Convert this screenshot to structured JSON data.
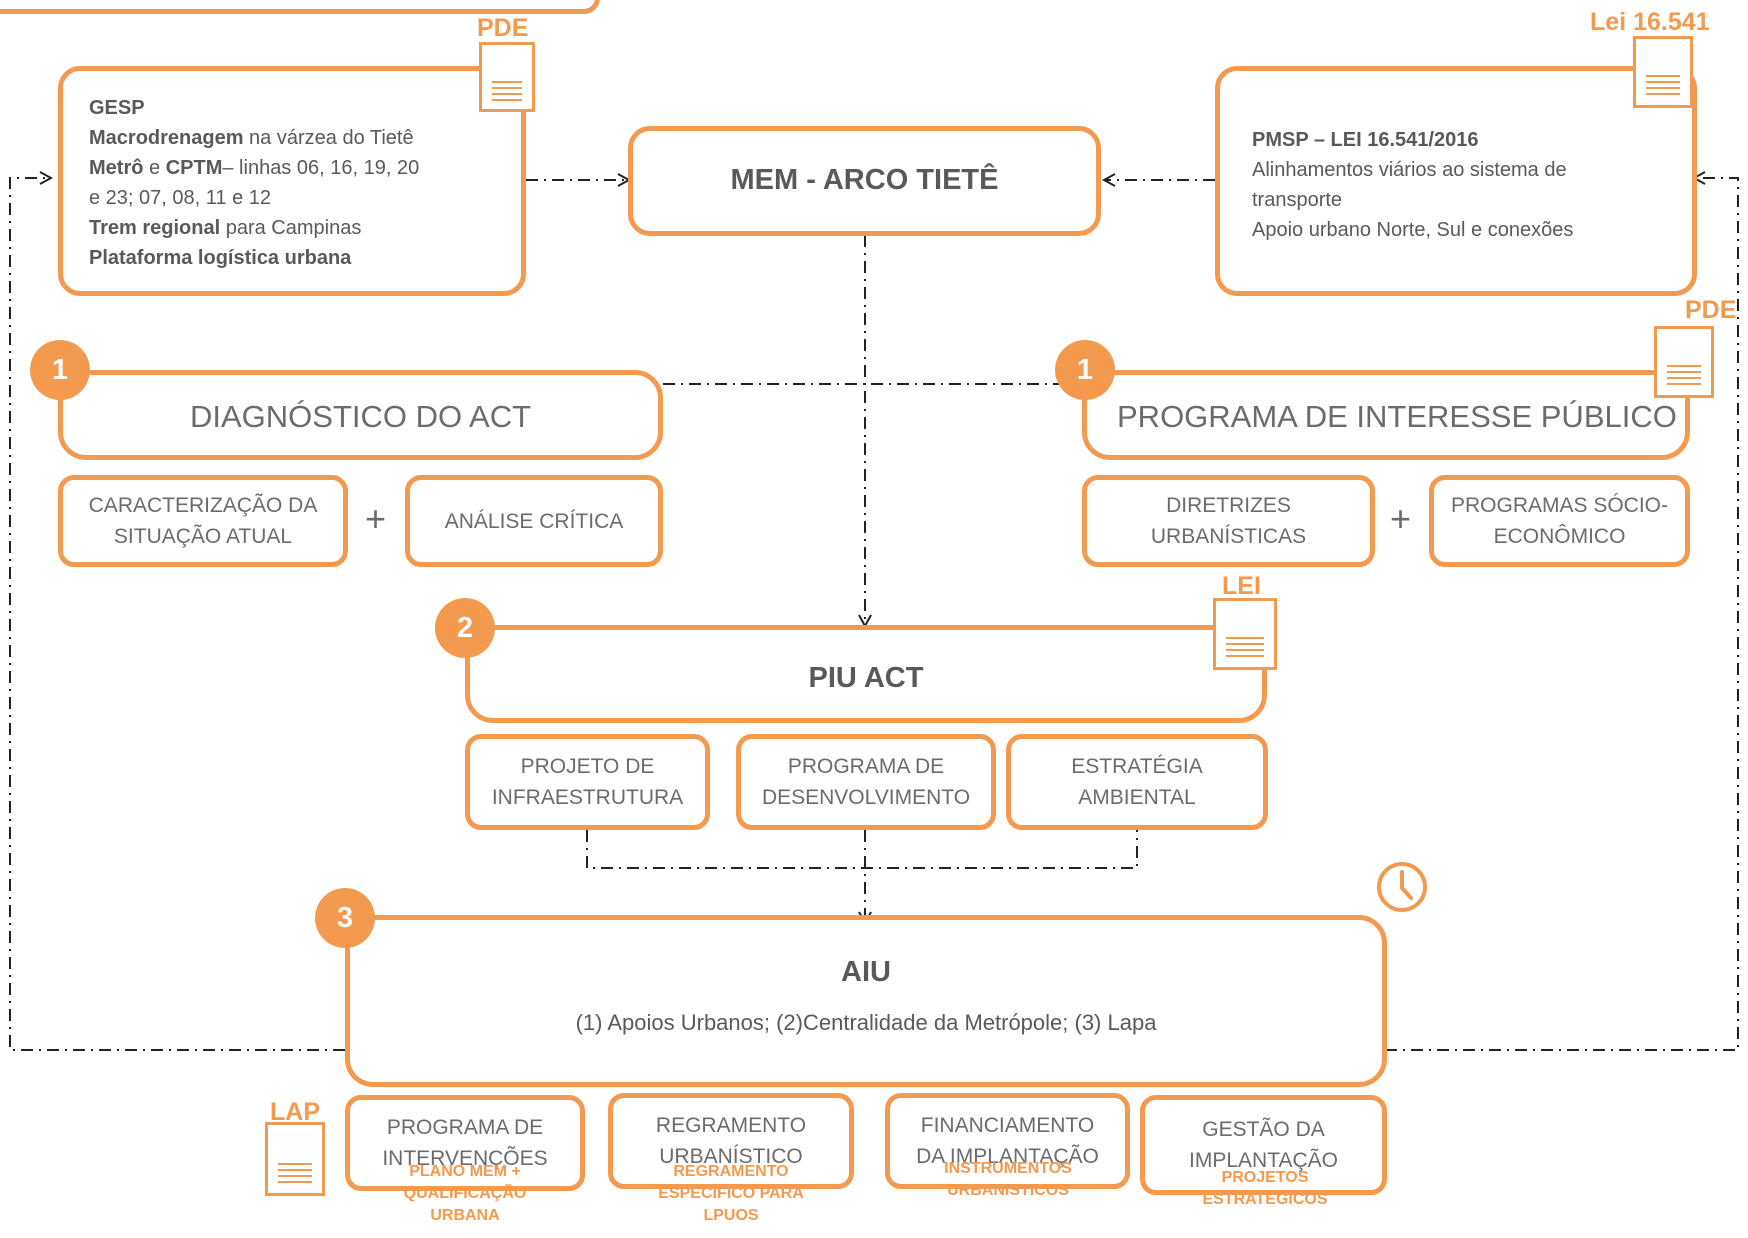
{
  "mem": {
    "title": "MEM - ARCO TIETÊ"
  },
  "gesp": {
    "tag": "PDE",
    "title": "GESP",
    "line1_bold": "Macrodrenagem",
    "line1_rest": " na várzea do Tietê",
    "line2_bold_a": "Metrô",
    "line2_mid": " e ",
    "line2_bold_b": "CPTM",
    "line2_rest": "– linhas 06, 16, 19, 20",
    "line3": "e 23;  07, 08, 11 e 12",
    "line4_bold": "Trem regional",
    "line4_rest": " para Campinas",
    "line5_bold": "Plataforma logística urbana"
  },
  "pmsp": {
    "tag": "Lei 16.541",
    "title": "PMSP – LEI 16.541/2016",
    "line1": "Alinhamentos viários ao sistema de",
    "line2": "transporte",
    "line3": "Apoio urbano Norte, Sul e conexões"
  },
  "diagnostico": {
    "number": "1",
    "title": "DIAGNÓSTICO DO ACT",
    "sub1_a": "CARACTERIZAÇÃO DA",
    "sub1_b": "SITUAÇÃO ATUAL",
    "plus": "+",
    "sub2": "ANÁLISE CRÍTICA"
  },
  "programa": {
    "number": "1",
    "tag": "PDE",
    "title": "PROGRAMA DE INTERESSE PÚBLICO",
    "sub1_a": "DIRETRIZES",
    "sub1_b": "URBANÍSTICAS",
    "plus": "+",
    "sub2_a": "PROGRAMAS SÓCIO-",
    "sub2_b": "ECONÔMICO"
  },
  "piu": {
    "number": "2",
    "tag": "LEI",
    "title": "PIU ACT",
    "sub1_a": "PROJETO  DE",
    "sub1_b": "INFRAESTRUTURA",
    "sub2_a": "PROGRAMA DE",
    "sub2_b": "DESENVOLVIMENTO",
    "sub3_a": "ESTRATÉGIA",
    "sub3_b": "AMBIENTAL"
  },
  "aiu": {
    "number": "3",
    "title": "AIU",
    "subtitle": "(1) Apoios Urbanos; (2)Centralidade da Metrópole; (3) Lapa",
    "tag": "LAP",
    "sub1_a": "PROGRAMA DE",
    "sub1_b": "INTERVENÇÕES",
    "sub2_a": "REGRAMENTO",
    "sub2_b": "URBANÍSTICO",
    "sub3_a": "FINANCIAMENTO",
    "sub3_b": "DA IMPLANTAÇÃO",
    "sub4_a": "GESTÃO DA",
    "sub4_b": "IMPLANTAÇÃO",
    "note1_a": "PLANO MEM +",
    "note1_b": "QUALIFICAÇÃO",
    "note1_c": "URBANA",
    "note2_a": "REGRAMENTO",
    "note2_b": "ESPECIFICO PARA",
    "note2_c": "LPUOS",
    "note3_a": "INSTRUMENTOS",
    "note3_b": "URBANISTICOS",
    "note4_a": "PROJETOS",
    "note4_b": "ESTRATÉGICOS"
  },
  "colors": {
    "accent": "#f39a4f",
    "text": "#595959",
    "line": "#222222"
  },
  "icons": [
    "document-icon",
    "clock-icon"
  ]
}
